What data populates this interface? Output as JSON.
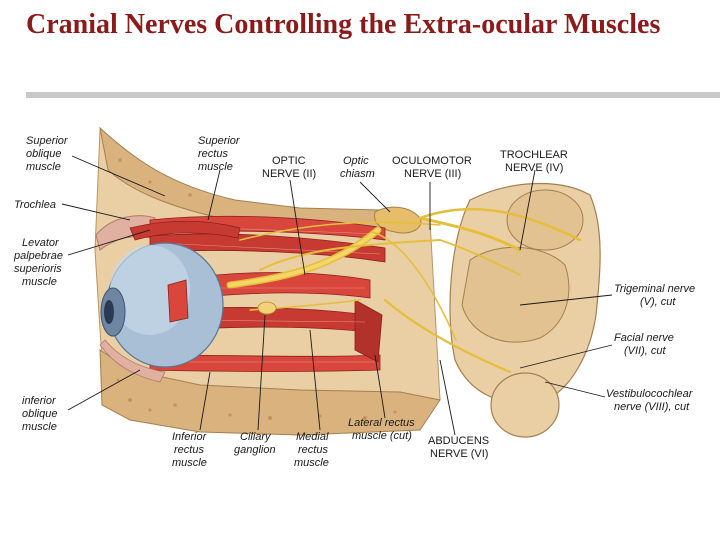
{
  "slide": {
    "title": "Cranial Nerves Controlling the Extra-ocular Muscles"
  },
  "figure": {
    "labels": {
      "superior_oblique": [
        "Superior",
        "oblique",
        "muscle"
      ],
      "superior_rectus": [
        "Superior",
        "rectus",
        "muscle"
      ],
      "optic_nerve": [
        "OPTIC",
        "NERVE (II)"
      ],
      "optic_chiasm": [
        "Optic",
        "chiasm"
      ],
      "oculomotor": [
        "OCULOMOTOR",
        "NERVE (III)"
      ],
      "trochlear": [
        "TROCHLEAR",
        "NERVE (IV)"
      ],
      "trochlea": [
        "Trochlea"
      ],
      "levator": [
        "Levator",
        "palpebrae",
        "superioris",
        "muscle"
      ],
      "trigeminal": [
        "Trigeminal nerve",
        "(V), cut"
      ],
      "facial": [
        "Facial nerve",
        "(VII), cut"
      ],
      "vestibulocochlear": [
        "Vestibulocochlear",
        "nerve (VIII), cut"
      ],
      "inferior_oblique": [
        "inferior",
        "oblique",
        "muscle"
      ],
      "inferior_rectus": [
        "Inferior",
        "rectus",
        "muscle"
      ],
      "ciliary_ganglion": [
        "Ciliary",
        "ganglion"
      ],
      "medial_rectus": [
        "Medial",
        "rectus",
        "muscle"
      ],
      "lateral_rectus": [
        "Lateral rectus",
        "muscle (cut)"
      ],
      "abducens": [
        "ABDUCENS",
        "NERVE (VI)"
      ]
    }
  }
}
